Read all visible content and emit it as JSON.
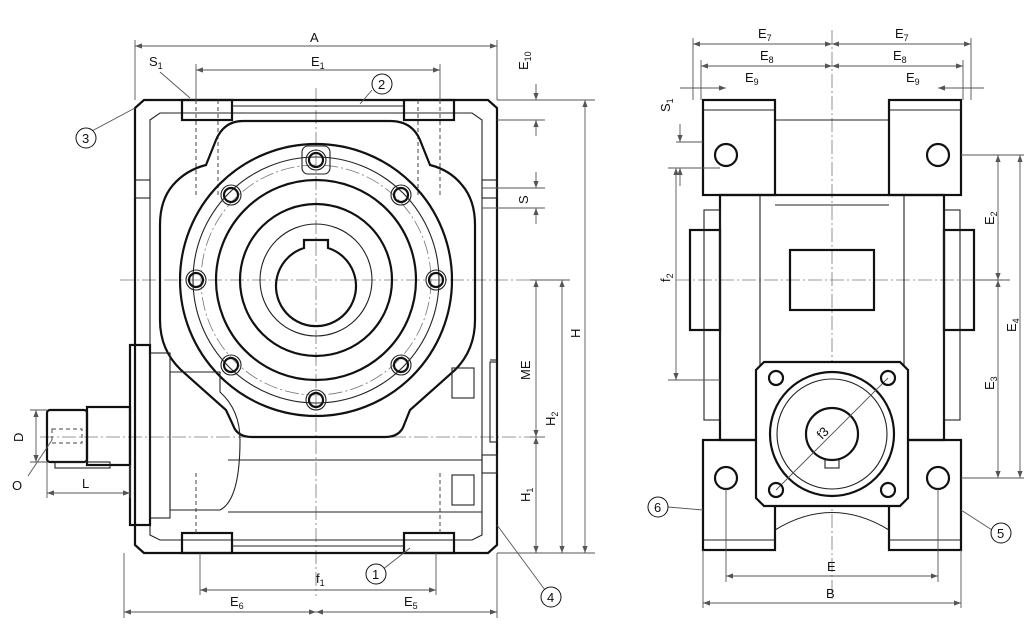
{
  "labels": {
    "A": "A",
    "E1_main": "E",
    "E1_sub": "1",
    "S1_main": "S",
    "S1_sub": "1",
    "E10_main": "E",
    "E10_sub": "10",
    "S": "S",
    "H": "H",
    "ME": "ME",
    "H2_main": "H",
    "H2_sub": "2",
    "H1_main": "H",
    "H1_sub": "1",
    "D": "D",
    "O": "O",
    "L": "L",
    "f1_main": "f",
    "f1_sub": "1",
    "E6_main": "E",
    "E6_sub": "6",
    "E5_main": "E",
    "E5_sub": "5",
    "E7_main": "E",
    "E7_sub": "7",
    "E8_main": "E",
    "E8_sub": "8",
    "E9_main": "E",
    "E9_sub": "9",
    "S1r_main": "S",
    "S1r_sub": "1",
    "f2_main": "f",
    "f2_sub": "2",
    "E2_main": "E",
    "E2_sub": "2",
    "E4_main": "E",
    "E4_sub": "4",
    "E3_main": "E",
    "E3_sub": "3",
    "f3": "f3",
    "E": "E",
    "B": "B"
  },
  "callouts": [
    "1",
    "2",
    "3",
    "4",
    "5",
    "6"
  ]
}
